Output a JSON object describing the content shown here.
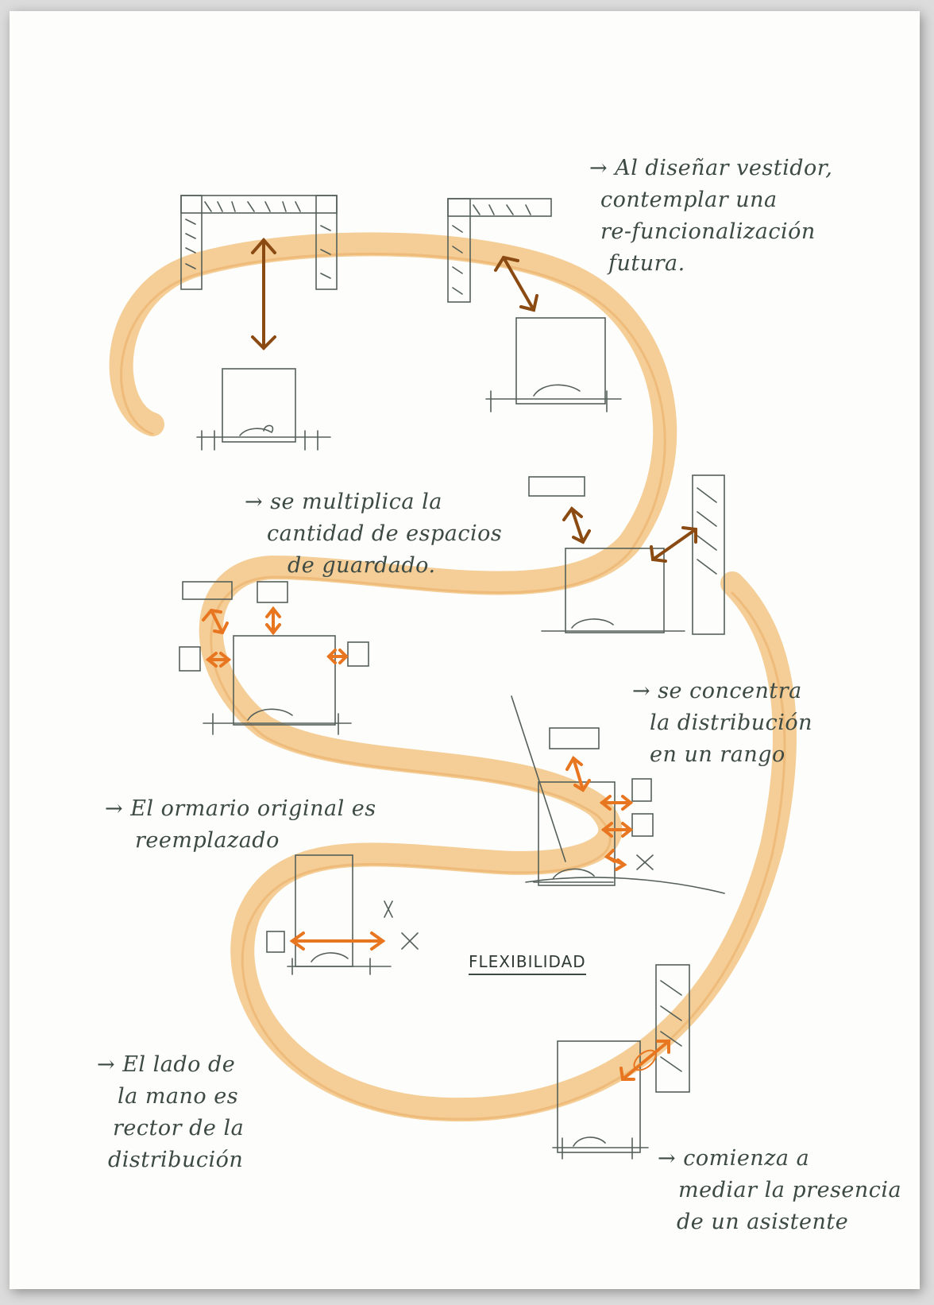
{
  "title": "FLEXIBILIDAD",
  "notes": {
    "top_right": [
      "→ Al diseñar vestidor,",
      "contemplar una",
      "re-funcionalización",
      "futura."
    ],
    "multiplica": [
      "→ se multiplica la",
      "cantidad de espacios",
      "de guardado."
    ],
    "concentra": [
      "→ se concentra",
      "la distribución",
      "en un rango"
    ],
    "ormario": [
      "→ El ormario original es",
      "reemplazado"
    ],
    "lado": [
      "→ El lado de",
      "la mano es",
      "rector de la",
      "distribución"
    ],
    "comienza": [
      "→ comienza a",
      "mediar la presencia",
      "de un asistente"
    ]
  },
  "colors": {
    "ribbon": "#f3c98b",
    "ribbon_edge": "#e9a35c",
    "pencil": "#55605a",
    "arrow_dark": "#8a4a12",
    "arrow_orange": "#e8751f"
  }
}
